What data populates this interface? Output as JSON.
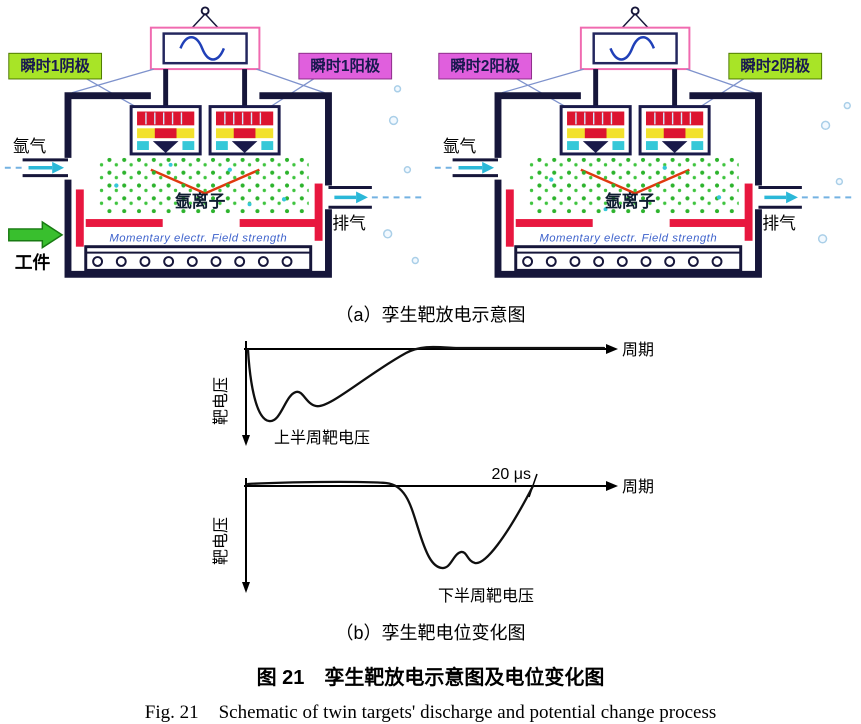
{
  "panel_a": {
    "caption": "（a）孪生靶放电示意图",
    "left_diagram": {
      "label_left": "瞬时1阴极",
      "label_right": "瞬时1阳极",
      "argon_inlet": "氩气",
      "exhaust": "排气",
      "argon_ions": "氩离子",
      "workpiece": "工件",
      "field_text": "Momentary electr. Field strength"
    },
    "right_diagram": {
      "label_left": "瞬时2阳极",
      "label_right": "瞬时2阴极",
      "argon_inlet": "氩气",
      "exhaust": "排气",
      "argon_ions": "氩离子",
      "field_text": "Momentary electr. Field strength"
    }
  },
  "panel_b": {
    "caption": "（b）孪生靶电位变化图",
    "charts": [
      {
        "ylabel": "靶电压",
        "xlabel": "周期",
        "curve_label": "上半周靶电压"
      },
      {
        "ylabel": "靶电压",
        "xlabel": "周期",
        "curve_label": "下半周靶电压",
        "annotation": "20 μs"
      }
    ]
  },
  "captions": {
    "zh_prefix": "图 21",
    "zh_text": "孪生靶放电示意图及电位变化图",
    "en_prefix": "Fig. 21",
    "en_text": "Schematic of twin targets' discharge and potential change process"
  },
  "chart_data": [
    {
      "type": "line",
      "title": "上半周靶电压",
      "xlabel": "周期",
      "ylabel": "靶电压",
      "x_axis_range": "one period, unlabeled time axis",
      "y_axis_range": "target voltage, negative downward, unlabeled",
      "x_norm": [
        0,
        0.06,
        0.13,
        0.19,
        0.26,
        0.45,
        1.0
      ],
      "y_norm": [
        0,
        -1.0,
        -0.58,
        -0.75,
        -0.45,
        0,
        0
      ],
      "grid": false,
      "legend": false
    },
    {
      "type": "line",
      "title": "下半周靶电压",
      "xlabel": "周期",
      "ylabel": "靶电压",
      "x_axis_range": "one period, unlabeled time axis",
      "y_axis_range": "target voltage, negative downward, unlabeled",
      "x_norm": [
        0,
        0.4,
        0.54,
        0.6,
        0.64,
        0.79,
        1.0
      ],
      "y_norm": [
        0,
        0,
        -1.0,
        -0.62,
        -0.85,
        0,
        0
      ],
      "annotation": "20 μs",
      "annotation_x_norm": 0.79,
      "grid": false,
      "legend": false
    }
  ],
  "colors": {
    "cathode_label_bg": "#a8e427",
    "anode_label_bg": "#e05fdd",
    "chamber_wall": "#16163a",
    "shield_red": "#e8173f",
    "target_red": "#dc1430",
    "target_yellow": "#f2e12c",
    "target_cyan": "#35c8d8",
    "plasma_green": "#2db32d",
    "gas_arrow_cyan": "#2bb8d8",
    "sine_blue": "#2040b8",
    "psu_box_pink": "#f06ab0",
    "field_text_blue": "#3f63cc",
    "workpiece_arrow_green": "#39bf2e"
  }
}
